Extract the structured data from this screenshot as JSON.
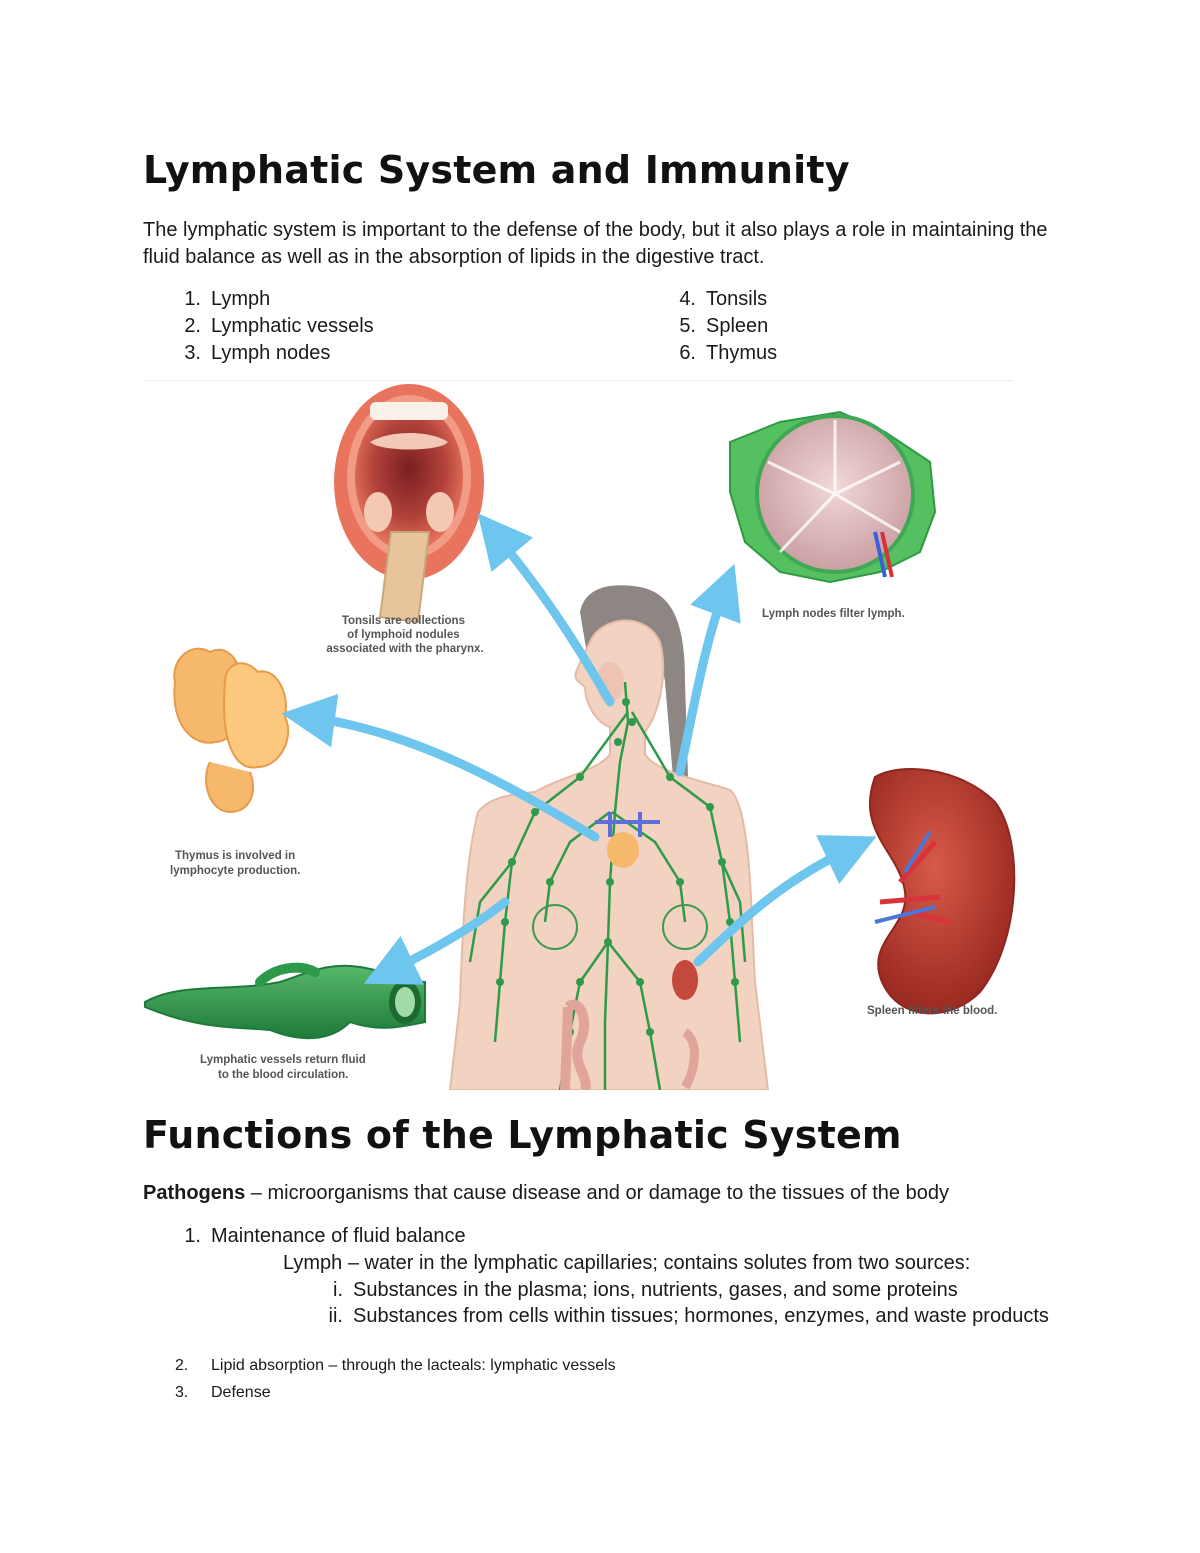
{
  "section1": {
    "title": "Lymphatic System and Immunity",
    "intro": "The lymphatic system is important to the defense of the body, but it also plays a role in maintaining the fluid balance as well as in the absorption of lipids in the digestive tract.",
    "list_left": [
      {
        "num": "1.",
        "label": "Lymph"
      },
      {
        "num": "2.",
        "label": "Lymphatic vessels"
      },
      {
        "num": "3.",
        "label": "Lymph nodes"
      }
    ],
    "list_right": [
      {
        "num": "4.",
        "label": "Tonsils"
      },
      {
        "num": "5.",
        "label": "Spleen"
      },
      {
        "num": "6.",
        "label": "Thymus"
      }
    ]
  },
  "figure": {
    "captions": {
      "tonsils": [
        "Tonsils are collections",
        "of lymphoid nodules",
        "associated with the pharynx."
      ],
      "lymph_nodes": [
        "Lymph nodes filter lymph."
      ],
      "thymus": [
        "Thymus is involved in",
        "lymphocyte production."
      ],
      "spleen": [
        "Spleen filters the blood."
      ],
      "vessels": [
        "Lymphatic vessels return fluid",
        "to the blood circulation."
      ]
    },
    "colors": {
      "arrow": "#6ec6ee",
      "lymph_green": "#2e9a4a",
      "skin": "#f2d2c0",
      "spleen": "#b9392e",
      "thymus": "#f6b86a",
      "tonsil_mouth": "#e8745e"
    }
  },
  "section2": {
    "title": "Functions of the Lymphatic System",
    "pathogens_term": "Pathogens",
    "pathogens_def": " – microorganisms that cause disease and or damage to the tissues of the body",
    "item1_num": "1.",
    "item1": "Maintenance of fluid balance",
    "lymph_def": "Lymph – water in the lymphatic capillaries; contains solutes from two sources:",
    "sub_i_num": "i.",
    "sub_i": "Substances in the plasma; ions, nutrients, gases, and some proteins",
    "sub_ii_num": "ii.",
    "sub_ii": "Substances from cells within tissues; hormones, enzymes, and waste products",
    "item2_num": "2.",
    "item2": "Lipid absorption – through the lacteals: lymphatic vessels",
    "item3_num": "3.",
    "item3": "Defense"
  }
}
